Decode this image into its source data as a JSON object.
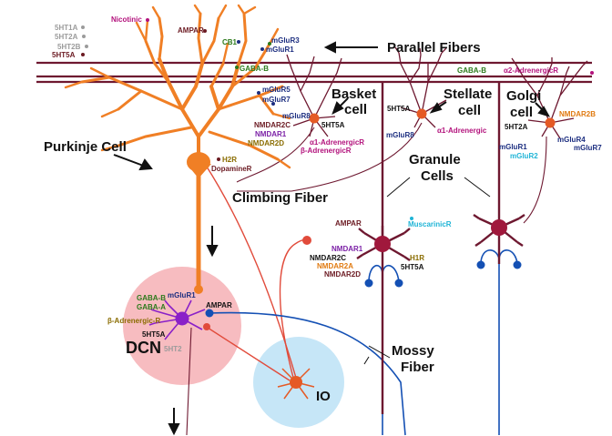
{
  "colors": {
    "purkinje": "#f07f25",
    "fiber_dark": "#6e1830",
    "granule": "#a0183c",
    "mossy_blue": "#1450b4",
    "dcn_circle": "#f7bcc0",
    "io_circle": "#c6e6f7",
    "dcn_cell": "#8a20c8",
    "io_cell": "#e55a25",
    "climbing_fiber": "#e14b3b",
    "navy": "#1c2e80",
    "green": "#2c7a1b",
    "magenta": "#b3127c",
    "purple": "#7b20a6",
    "olive": "#8a6c00",
    "brown": "#6b1a22",
    "gray": "#9b9b9b",
    "cyan": "#1fb4d6",
    "orange_text": "#e07a10"
  },
  "cells": {
    "parallel_fibers": "Parallel Fibers",
    "purkinje": "Purkinje Cell",
    "basket_1": "Basket",
    "basket_2": "cell",
    "stellate_1": "Stellate",
    "stellate_2": "cell",
    "golgi_1": "Golgi",
    "golgi_2": "cell",
    "granule_1": "Granule",
    "granule_2": "Cells",
    "climbing_fiber": "Climbing Fiber",
    "mossy_1": "Mossy",
    "mossy_2": "Fiber",
    "dcn": "DCN",
    "io": "IO"
  },
  "receptors": {
    "purkinje_top": {
      "5ht1a": "5HT1A",
      "5ht2a": "5HT2A",
      "5ht2b": "5HT2B",
      "5ht5a": "5HT5A",
      "nicotinic": "Nicotinic",
      "ampar": "AMPAR",
      "cb1": "CB1",
      "mglur3": "mGluR3",
      "mglur1": "mGluR1",
      "gaba_b": "GABA-B",
      "mglur5": "mGluR5",
      "mglur7": "mGluR7",
      "h2r": "H2R",
      "dopaminer": "DopamineR"
    },
    "basket": {
      "mglur8": "mGluR8",
      "5ht5a": "5HT5A",
      "nmdar2c": "NMDAR2C",
      "nmdar1": "NMDAR1",
      "nmdar2d": "NMDAR2D",
      "a1": "α1-AdrenergicR",
      "b": "β-AdrenergicR"
    },
    "stellate": {
      "gaba_b": "GABA-B",
      "5ht5a": "5HT5A",
      "mglur8": "mGluR8",
      "a1": "α1-Adrenergic"
    },
    "golgi": {
      "a2": "α2-AdrenergicR",
      "nmdar2b": "NMDAR2B",
      "5ht2a": "5HT2A",
      "mglur1": "mGluR1",
      "mglur2": "mGluR2",
      "mglur4": "mGluR4",
      "mglur7": "mGluR7"
    },
    "granule": {
      "ampar": "AMPAR",
      "muscarinic": "MuscarinicR",
      "nmdar1": "NMDAR1",
      "nmdar2c": "NMDAR2C",
      "nmdar2a": "NMDAR2A",
      "nmdar2d": "NMDAR2D",
      "h1r": "H1R",
      "5ht5a": "5HT5A"
    },
    "dcn": {
      "gaba_b": "GABA-B",
      "gaba_a": "GABA-A",
      "mglur1": "mGluR1",
      "ampar": "AMPAR",
      "b": "β-Adrenergic-R",
      "5ht5a": "5HT5A",
      "5ht2": "5HT2"
    }
  }
}
